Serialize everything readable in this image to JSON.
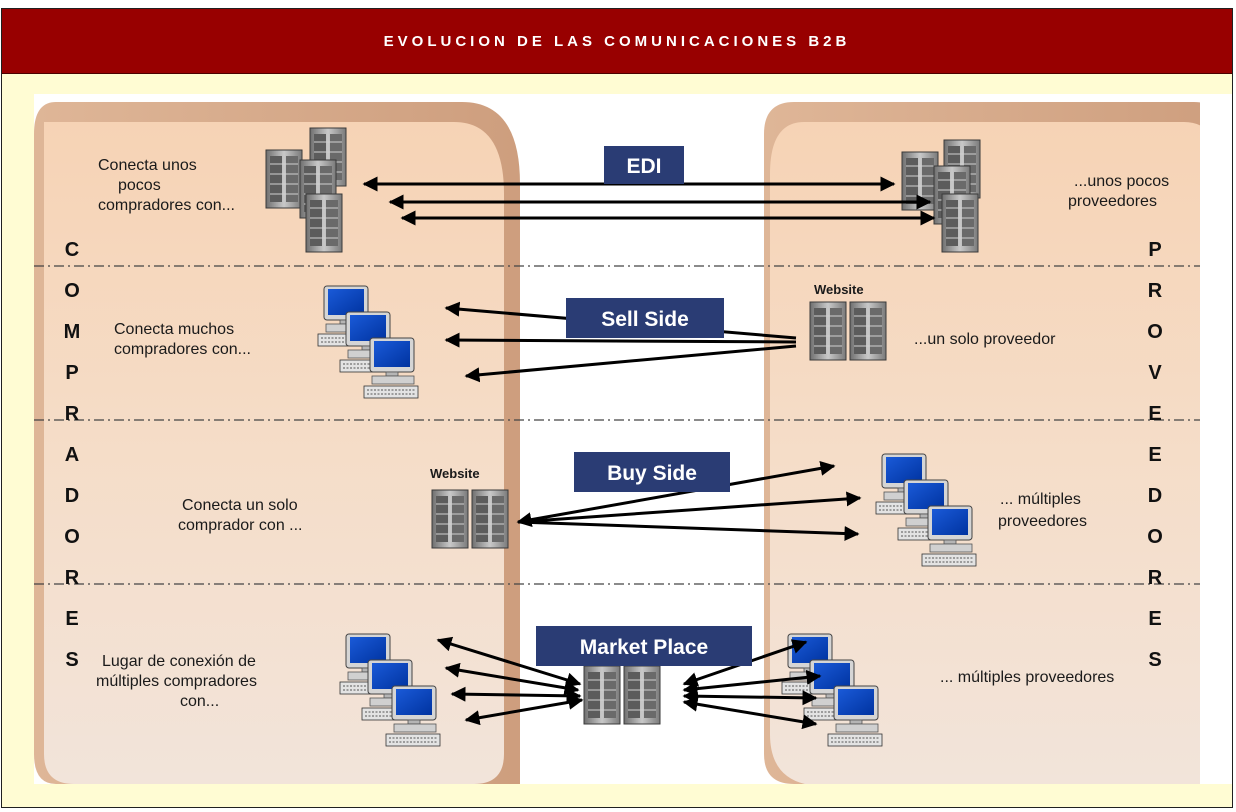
{
  "header": {
    "title": "EVOLUCION DE LAS COMUNICACIONES B2B"
  },
  "columns": {
    "left_vertical": "COMPRADORES",
    "right_vertical": "PROVEEDORES"
  },
  "rows": [
    {
      "tech": "EDI",
      "left_text": [
        "Conecta unos",
        "pocos",
        "compradores con..."
      ],
      "right_text": [
        "...unos pocos",
        "proveedores"
      ]
    },
    {
      "tech": "Sell Side",
      "left_text": [
        "Conecta muchos",
        "compradores con..."
      ],
      "right_text": [
        "...un solo proveedor"
      ],
      "server_label": "Website"
    },
    {
      "tech": "Buy Side",
      "left_text": [
        "Conecta un solo",
        "comprador con ..."
      ],
      "right_text": [
        "... múltiples",
        "proveedores"
      ],
      "server_label": "Website"
    },
    {
      "tech": "Market Place",
      "left_text": [
        "Lugar de conexión de",
        "múltiples compradores",
        "con..."
      ],
      "right_text": [
        "... múltiples proveedores"
      ]
    }
  ],
  "colors": {
    "header_bg": "#980000",
    "frame_bg": "#fffcd3",
    "tech_box": "#2a3c74",
    "panel": "#f4cfae"
  }
}
